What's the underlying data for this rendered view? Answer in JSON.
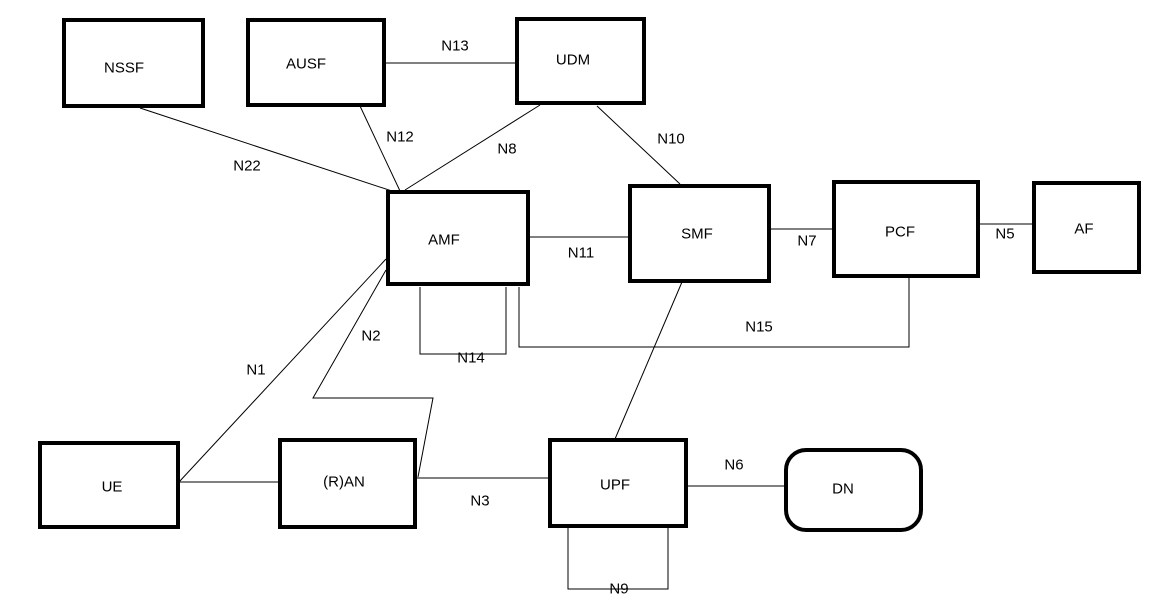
{
  "nodes": {
    "nssf": {
      "label": "NSSF"
    },
    "ausf": {
      "label": "AUSF"
    },
    "udm": {
      "label": "UDM"
    },
    "amf": {
      "label": "AMF"
    },
    "smf": {
      "label": "SMF"
    },
    "pcf": {
      "label": "PCF"
    },
    "af": {
      "label": "AF"
    },
    "ue": {
      "label": "UE"
    },
    "ran": {
      "label": "(R)AN"
    },
    "upf": {
      "label": "UPF"
    },
    "dn": {
      "label": "DN"
    }
  },
  "links": {
    "n13": {
      "label": "N13",
      "from": "AUSF",
      "to": "UDM"
    },
    "n22": {
      "label": "N22",
      "from": "NSSF",
      "to": "AMF"
    },
    "n12": {
      "label": "N12",
      "from": "AUSF",
      "to": "AMF"
    },
    "n8": {
      "label": "N8",
      "from": "UDM",
      "to": "AMF"
    },
    "n10": {
      "label": "N10",
      "from": "UDM",
      "to": "SMF"
    },
    "n11": {
      "label": "N11",
      "from": "AMF",
      "to": "SMF"
    },
    "n7": {
      "label": "N7",
      "from": "SMF",
      "to": "PCF"
    },
    "n5": {
      "label": "N5",
      "from": "PCF",
      "to": "AF"
    },
    "n14": {
      "label": "N14",
      "from": "AMF",
      "to": "AMF"
    },
    "n15": {
      "label": "N15",
      "from": "AMF",
      "to": "PCF"
    },
    "n1": {
      "label": "N1",
      "from": "UE",
      "to": "AMF"
    },
    "n2": {
      "label": "N2",
      "from": "(R)AN",
      "to": "AMF"
    },
    "n3": {
      "label": "N3",
      "from": "(R)AN",
      "to": "UPF"
    },
    "n4": {
      "from": "SMF",
      "to": "UPF"
    },
    "n6": {
      "label": "N6",
      "from": "UPF",
      "to": "DN"
    },
    "n9": {
      "label": "N9",
      "from": "UPF",
      "to": "UPF"
    },
    "ue_ran": {
      "from": "UE",
      "to": "(R)AN"
    }
  }
}
